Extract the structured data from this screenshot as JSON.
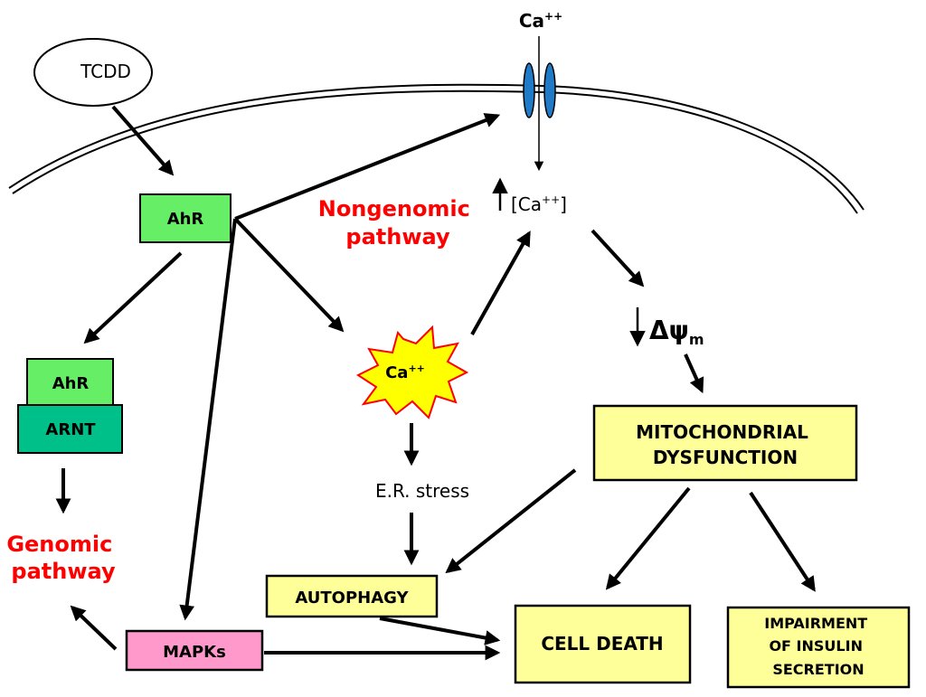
{
  "nodes": {
    "tcdd": "TCDD",
    "ahr": "AhR",
    "ahr2": "AhR",
    "arnt": "ARNT",
    "mapks": "MAPKs",
    "genomic_1": "Genomic",
    "genomic_2": "pathway",
    "nongenomic_1": "Nongenomic",
    "nongenomic_2": "pathway",
    "ca_channel": "Ca",
    "ca_channel_sup": "++",
    "ca_burst": "Ca",
    "ca_burst_sup": "++",
    "ca_conc_prefix": "[Ca",
    "ca_conc_sup": "++",
    "ca_conc_suffix": "]",
    "delta_psi": "Δψ",
    "delta_psi_sub": "m",
    "er_stress": "E.R. stress",
    "mito_1": "MITOCHONDRIAL",
    "mito_2": "DYSFUNCTION",
    "autophagy": "AUTOPHAGY",
    "cell_death": "CELL DEATH",
    "insulin_1": "IMPAIRMENT",
    "insulin_2": "OF INSULIN",
    "insulin_3": "SECRETION"
  },
  "colors": {
    "ahr": "#66ee66",
    "arnt": "#00c08a",
    "mapks": "#ff99cc",
    "yellow_box": "#ffff99",
    "pathway_label": "#ff0000",
    "channel": "#1f7ac8",
    "burst_fill": "#ffff00",
    "burst_stroke": "#ff0000"
  }
}
